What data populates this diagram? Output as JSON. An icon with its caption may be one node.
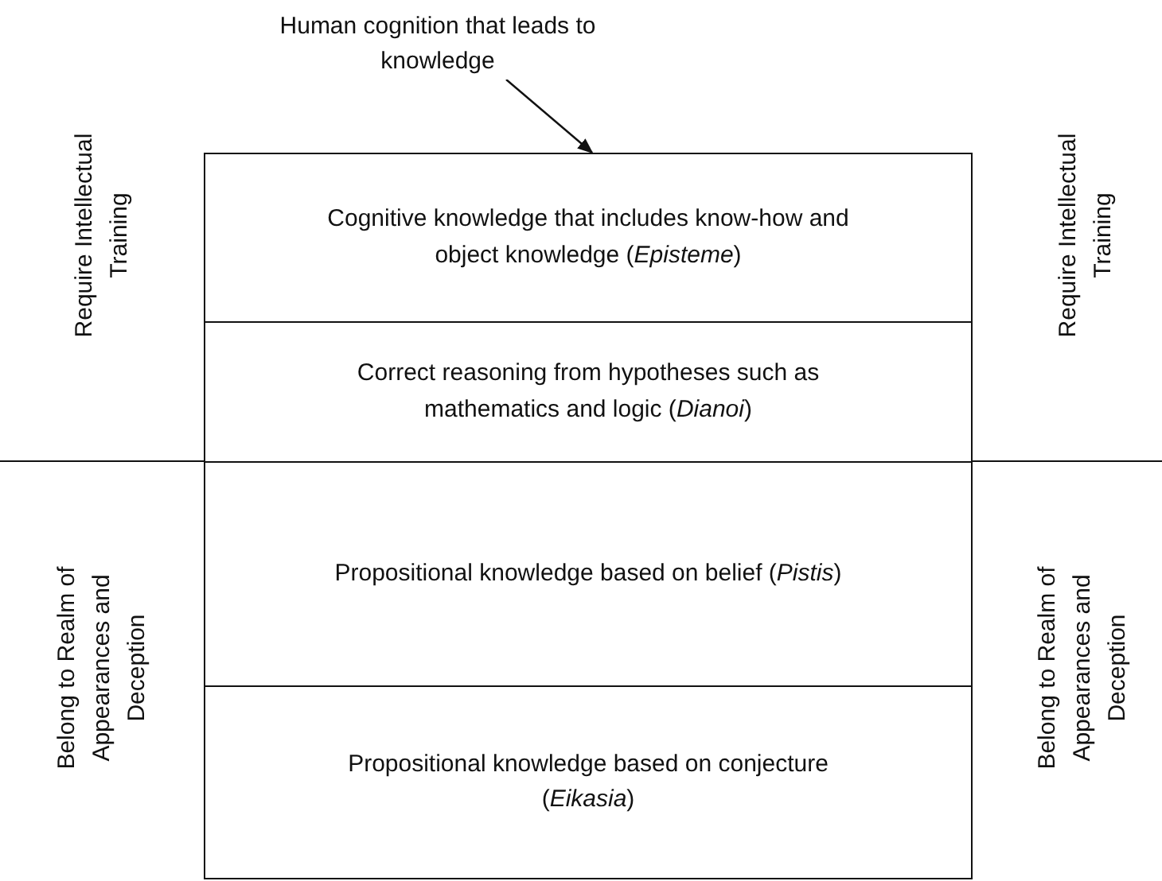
{
  "diagram": {
    "nodes": [
      {
        "text": [
          "Human cognition that leads to knowledge"
        ]
      },
      {
        "text": [
          "Cognitive knowledge that includes know-how and object knowledge (*Episteme*)"
        ]
      },
      {
        "text": [
          "Correct reasoning from hypotheses such as mathematics and logic (*Dianoi*)"
        ]
      },
      {
        "text": [
          "Propositional knowledge based on belief (*Pistis*)"
        ]
      },
      {
        "text": [
          "Propositional knowledge based on conjecture (*Eikasia*)"
        ]
      }
    ],
    "edges": [
      {
        "from": 0,
        "to": 1,
        "arrow": "to"
      }
    ],
    "labels": [
      "Require Intellectual Training",
      "Require Intellectual Training",
      "Belong to Realm of Appearances and Deception",
      "Belong to Realm of Appearances and Deception"
    ]
  }
}
